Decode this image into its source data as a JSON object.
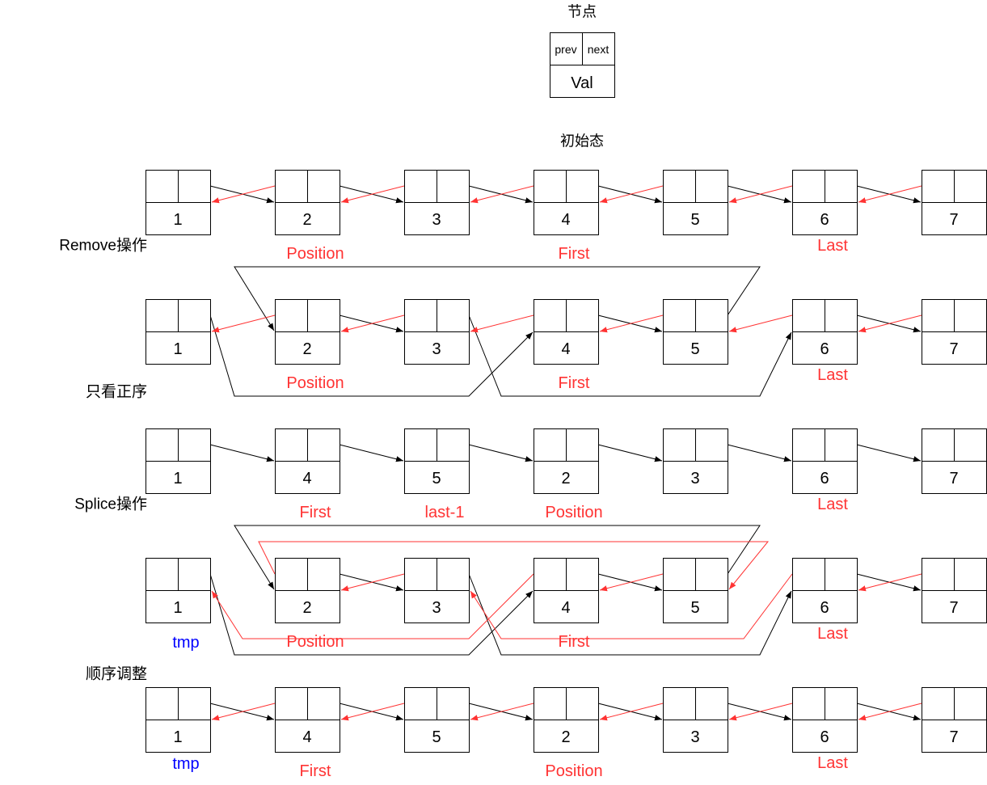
{
  "legend": {
    "title": "节点",
    "prev": "prev",
    "next": "next",
    "val": "Val"
  },
  "initial_state_label": "初始态",
  "captions": [
    {
      "text": "Remove操作"
    },
    {
      "text": "只看正序"
    },
    {
      "text": "Splice操作"
    },
    {
      "text": "顺序调整"
    }
  ],
  "colors": {
    "next_link": "#000000",
    "prev_link": "#ff3333",
    "pointer_label": "#ff3333",
    "tmp_label": "#0000ff"
  },
  "rows": [
    {
      "values": [
        "1",
        "2",
        "3",
        "4",
        "5",
        "6",
        "7"
      ],
      "labels": [
        {
          "node": 1,
          "text": "Position",
          "color": "#ff3333"
        },
        {
          "node": 3,
          "text": "First",
          "color": "#ff3333"
        },
        {
          "node": 5,
          "text": "Last",
          "color": "#ff3333"
        }
      ]
    },
    {
      "values": [
        "1",
        "2",
        "3",
        "4",
        "5",
        "6",
        "7"
      ],
      "labels": [
        {
          "node": 1,
          "text": "Position",
          "color": "#ff3333"
        },
        {
          "node": 3,
          "text": "First",
          "color": "#ff3333"
        },
        {
          "node": 5,
          "text": "Last",
          "color": "#ff3333"
        }
      ]
    },
    {
      "values": [
        "1",
        "4",
        "5",
        "2",
        "3",
        "6",
        "7"
      ],
      "labels": [
        {
          "node": 1,
          "text": "First",
          "color": "#ff3333"
        },
        {
          "node": 2,
          "text": "last-1",
          "color": "#ff3333"
        },
        {
          "node": 3,
          "text": "Position",
          "color": "#ff3333"
        },
        {
          "node": 5,
          "text": "Last",
          "color": "#ff3333"
        }
      ]
    },
    {
      "values": [
        "1",
        "2",
        "3",
        "4",
        "5",
        "6",
        "7"
      ],
      "labels": [
        {
          "node": 0,
          "text": "tmp",
          "color": "#0000ff"
        },
        {
          "node": 1,
          "text": "Position",
          "color": "#ff3333"
        },
        {
          "node": 3,
          "text": "First",
          "color": "#ff3333"
        },
        {
          "node": 5,
          "text": "Last",
          "color": "#ff3333"
        }
      ]
    },
    {
      "values": [
        "1",
        "4",
        "5",
        "2",
        "3",
        "6",
        "7"
      ],
      "labels": [
        {
          "node": 0,
          "text": "tmp",
          "color": "#0000ff"
        },
        {
          "node": 1,
          "text": "First",
          "color": "#ff3333"
        },
        {
          "node": 3,
          "text": "Position",
          "color": "#ff3333"
        },
        {
          "node": 5,
          "text": "Last",
          "color": "#ff3333"
        }
      ]
    }
  ]
}
